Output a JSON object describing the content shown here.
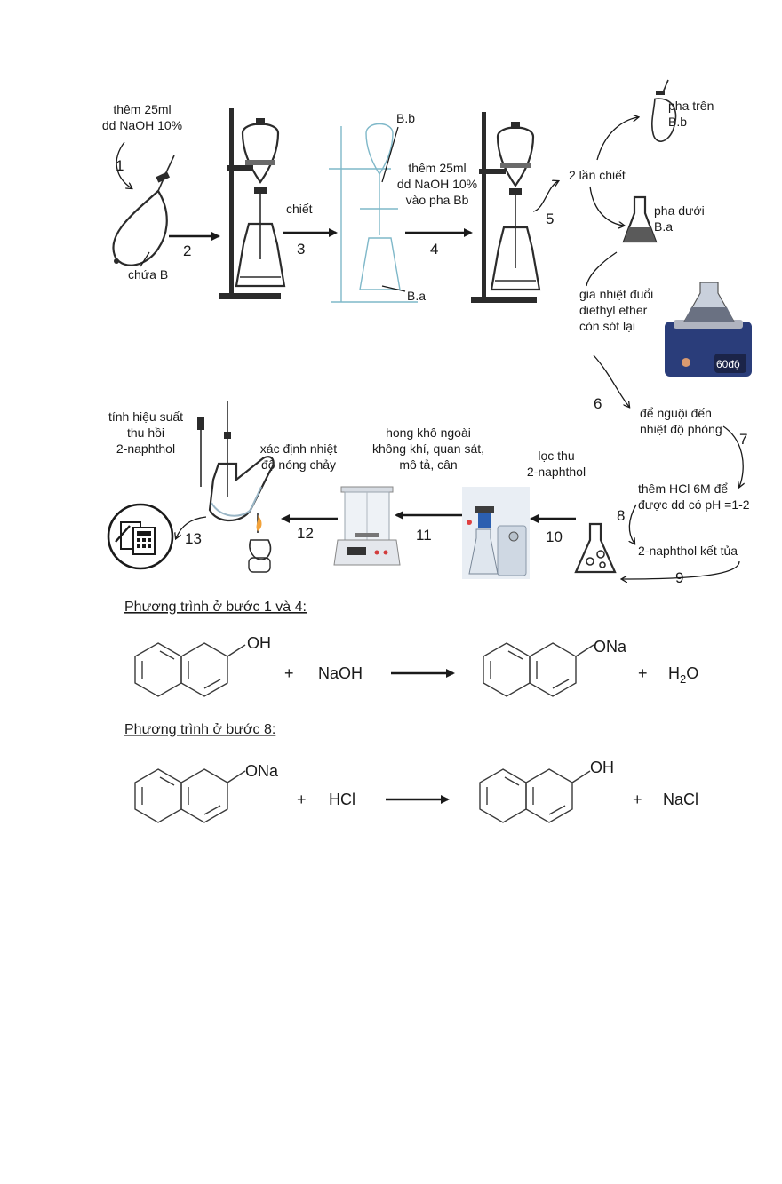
{
  "steps": {
    "s1_label": "thêm 25ml\ndd NaOH 10%",
    "s1_flask": "chứa B",
    "s3_label": "chiết",
    "s3_top": "B.b",
    "s3_bottom": "B.a",
    "s4_label": "thêm 25ml\ndd NaOH 10%\nvào pha Bb",
    "s5_label": "2 lần chiết",
    "upper_phase": "pha trên\nB.b",
    "lower_phase": "pha dưới\nB.a",
    "s6_label": "gia nhiệt đuổi\ndiethyl ether\ncòn sót lại",
    "hotplate_temp": "60độ",
    "s7_label": "để nguội đến\nnhiệt độ phòng",
    "s8_label": "thêm HCl 6M để\nđược dd có pH =1-2",
    "s9_label": "2-naphthol kết tủa",
    "s10_label": "lọc thu\n2-naphthol",
    "s11_label": "hong khô ngoài\nkhông khí, quan sát,\nmô tả, cân",
    "s12_label": "xác định nhiệt\nđộ nóng chảy",
    "s13_label": "tính hiệu suất\nthu hồi\n2-naphthol"
  },
  "numbers": [
    "1",
    "2",
    "3",
    "4",
    "5",
    "6",
    "7",
    "8",
    "9",
    "10",
    "11",
    "12",
    "13"
  ],
  "equation1": {
    "heading": "Phương trình ở bước 1 và 4:",
    "r_sub": "OH",
    "plus1": "+",
    "reagent": "NaOH",
    "p_sub": "ONa",
    "plus2": "+",
    "byproduct_main": "H",
    "byproduct_sub": "2",
    "byproduct_end": "O"
  },
  "equation2": {
    "heading": "Phương trình ở bước 8:",
    "r_sub": "ONa",
    "plus1": "+",
    "reagent": "HCl",
    "p_sub": "OH",
    "plus2": "+",
    "byproduct": "NaCl"
  }
}
